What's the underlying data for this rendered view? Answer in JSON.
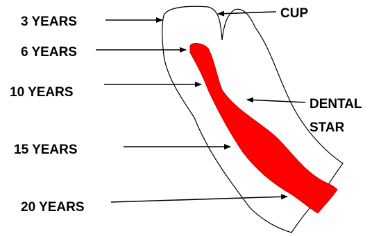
{
  "labels": {
    "years_3": "3 YEARS",
    "years_6": "6 YEARS",
    "years_10": "10 YEARS",
    "years_15": "15 YEARS",
    "years_20": "20 YEARS",
    "cup": "CUP",
    "dental": "DENTAL",
    "star": "STAR"
  },
  "colors": {
    "dental_star": "#ff0000",
    "outline": "#000000",
    "text": "#000000"
  }
}
